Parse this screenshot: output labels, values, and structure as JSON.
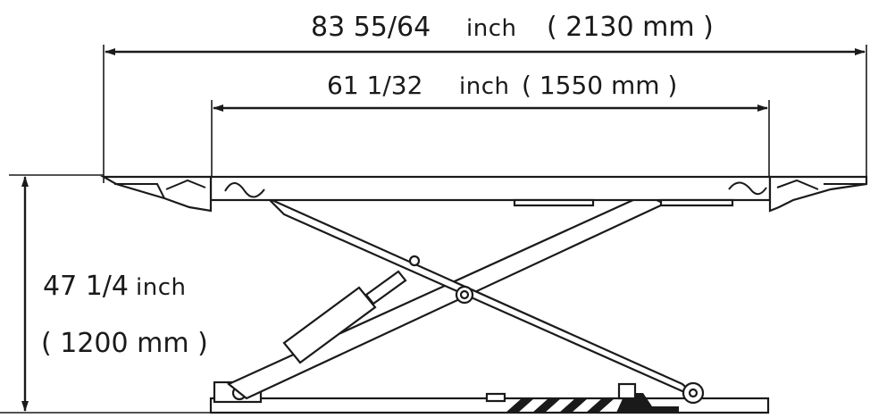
{
  "dimensions": {
    "overall_width": {
      "imperial": "83 55/64",
      "unit_imperial": "inch",
      "metric": "( 2130 mm )"
    },
    "platform_length": {
      "imperial": "61 1/32",
      "unit_imperial": "inch",
      "metric": "( 1550 mm )"
    },
    "height": {
      "imperial": "47 1/4",
      "unit_imperial": "inch",
      "metric": "( 1200 mm )"
    }
  },
  "colors": {
    "ink": "#1a1a1a",
    "background": "#ffffff"
  }
}
